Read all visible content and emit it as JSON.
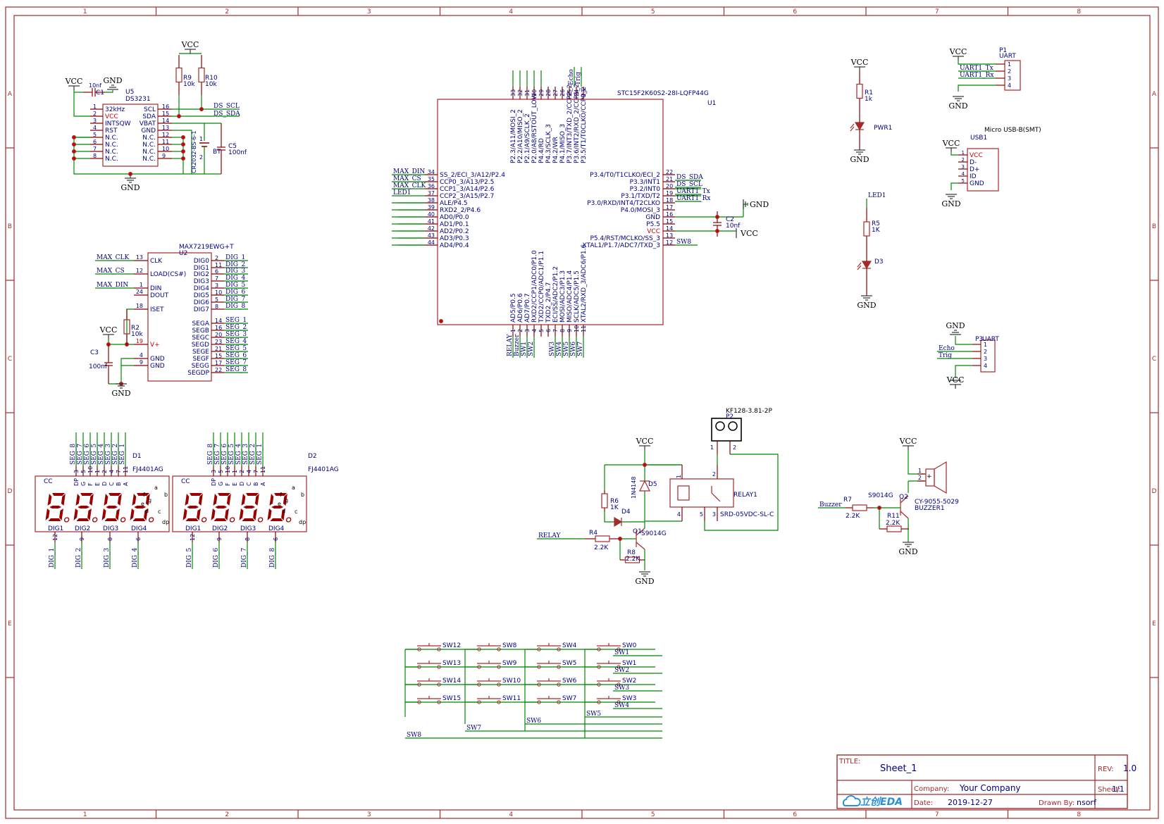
{
  "border": {
    "columns": [
      "1",
      "2",
      "3",
      "4",
      "5",
      "6",
      "7",
      "8"
    ],
    "rows": [
      "A",
      "B",
      "C",
      "D",
      "E"
    ]
  },
  "title_block": {
    "title_label": "TITLE:",
    "title": "Sheet_1",
    "rev_label": "REV:",
    "rev": "1.0",
    "company_label": "Company:",
    "company": "Your Company",
    "sheet_label": "Sheet:",
    "sheet": "1/1",
    "date_label": "Date:",
    "date": "2019-12-27",
    "drawn_label": "Drawn By:",
    "drawn_by": "nsorf",
    "logo_text": "立创EDA"
  },
  "rtc": {
    "ref": "U5",
    "part": "DS3231",
    "c1": "C1",
    "c1_val": "10nf",
    "r9": "R9",
    "r9_val": "10k",
    "r10": "R10",
    "r10_val": "10k",
    "c5": "C5",
    "c5_val": "100nf",
    "bt": "BT",
    "bt_part": "CR2032-BS-6-1",
    "pins_left": [
      "32kHz",
      "VCC",
      "INTSQW",
      "RST",
      "N.C.",
      "N.C.",
      "N.C.",
      "N.C."
    ],
    "nums_left": [
      "1",
      "2",
      "3",
      "4",
      "5",
      "6",
      "7",
      "8"
    ],
    "pins_right": [
      "SCL",
      "SDA",
      "VBAT",
      "GND",
      "N.C.",
      "N.C.",
      "N.C.",
      "N.C."
    ],
    "nums_right": [
      "16",
      "15",
      "14",
      "13",
      "12",
      "11",
      "10",
      "9"
    ],
    "net_scl": "DS_SCL",
    "net_sda": "DS_SDA"
  },
  "mcu": {
    "ref": "U1",
    "part": "STC15F2K60S2-28I-LQFP44G",
    "left_pins": [
      "SS_2/ECI_3/A12/P2.4",
      "CCP0_3/A13/P2.5",
      "CCP1_3/A14/P2.6",
      "CCP2_3/A15/P2.7",
      "ALE/P4.5",
      "RXD2_2/P4.6",
      "AD0/P0.0",
      "AD1/P0.1",
      "AD2/P0.2",
      "AD3/P0.3",
      "AD4/P0.4"
    ],
    "left_nums": [
      "34",
      "35",
      "36",
      "37",
      "38",
      "39",
      "40",
      "41",
      "42",
      "43",
      "44"
    ],
    "left_nets": [
      "MAX_DIN",
      "MAX_CS",
      "MAX_CLK",
      "LED1"
    ],
    "right_pins": [
      "P3.4/T0/T1CLKO/ECI_2",
      "P3.3/INT1",
      "P3.2/INT0",
      "P3.1/TXD/T2",
      "P3.0/RXD/INT4/T2CLKO",
      "P4.0/MOSI_3",
      "GND",
      "P5.5",
      "VCC",
      "P5.4/RST/MCLKO/SS_3",
      "XTAL1/P1.7/ADC7/TXD_3"
    ],
    "right_nums": [
      "22",
      "21",
      "20",
      "19",
      "18",
      "17",
      "16",
      "15",
      "14",
      "13",
      "12"
    ],
    "right_nets": [
      "DS_SDA",
      "DS_SCL",
      "UART1_Tx",
      "UART1_Rx",
      "SW8"
    ],
    "top_pins": [
      "P2.3/A11/MOSI_2",
      "P2.2/A10/MISO_2",
      "P2.1/A9/SCLK_2",
      "P2.0/A8/RSTOUT_LOW",
      "P4.4/RD",
      "P4.3/SCLK_3",
      "P4.2/WR",
      "P4.1/MISO_3",
      "P3.7/INT3/TXD_2/CCP2_2",
      "P3.6/INT2/RXD_2/CCP1_2",
      "P3.5/T1/T0CLKO/CCP0_2"
    ],
    "top_nums": [
      "33",
      "32",
      "31",
      "30",
      "29",
      "28",
      "27",
      "26",
      "25",
      "24",
      "23"
    ],
    "top_nets": [
      "Echo",
      "Trig"
    ],
    "bottom_pins": [
      "AD5/P0.5",
      "AD6/P0.6",
      "AD7/P0.7",
      "RXD2/CCP1/ADC0/P1.0",
      "TXD2/CCP0/ADC1/P1.1",
      "TXD2_2/P4.7",
      "ECI/SS/ADC2/P1.2",
      "MOSI/ADC3/P1.3",
      "MISO/ADC4/P1.4",
      "SCLK/ADC5/P1.5",
      "XTAL2/RXD_3/ADC6/P1.6"
    ],
    "bottom_nums": [
      "1",
      "2",
      "3",
      "4",
      "5",
      "6",
      "7",
      "8",
      "9",
      "10",
      "11"
    ],
    "bottom_nets": [
      "RELAY",
      "Buzzer",
      "SW1",
      "SW2",
      "",
      "",
      "SW3",
      "SW4",
      "SW5",
      "SW6",
      "SW7"
    ],
    "c2": "C2",
    "c2_val": "10nf"
  },
  "max7219": {
    "ref": "U2",
    "part": "MAX7219EWG+T",
    "left_pins": [
      "CLK",
      "LOAD(CS#)",
      "DIN",
      "DOUT",
      "ISET",
      "V+",
      "GND",
      "GND"
    ],
    "left_nums": [
      "13",
      "12",
      "1",
      "24",
      "18",
      "19",
      "4",
      "9"
    ],
    "left_nets": [
      "MAX_CLK",
      "MAX_CS",
      "MAX_DIN"
    ],
    "right_pins": [
      "DIG0",
      "DIG1",
      "DIG2",
      "DIG3",
      "DIG4",
      "DIG5",
      "DIG6",
      "DIG7",
      "SEGA",
      "SEGB",
      "SEGC",
      "SEGD",
      "SEGE",
      "SEGF",
      "SEGG",
      "SEGDP"
    ],
    "right_nums": [
      "2",
      "11",
      "6",
      "7",
      "3",
      "10",
      "5",
      "8",
      "14",
      "16",
      "20",
      "23",
      "21",
      "15",
      "17",
      "22"
    ],
    "right_nets": [
      "DIG_1",
      "DIG_2",
      "DIG_3",
      "DIG_4",
      "DIG_5",
      "DIG_6",
      "DIG_7",
      "DIG_8",
      "SEG_1",
      "SEG_2",
      "SEG_3",
      "SEG_4",
      "SEG_5",
      "SEG_6",
      "SEG_7",
      "SEG_8"
    ],
    "r2": "R2",
    "r2_val": "10k",
    "c3": "C3",
    "c3_val": "100nf"
  },
  "displays": [
    {
      "ref": "D1",
      "part": "FJ4401AG",
      "cc": "CC",
      "top_nets": [
        "SEG_8",
        "SEG_7",
        "SEG_6",
        "SEG_5",
        "SEG_4",
        "SEG_3",
        "SEG_2",
        "SEG_1"
      ],
      "top_nums": [
        "3",
        "5",
        "10",
        "1",
        "2",
        "4",
        "7",
        "11"
      ],
      "top_letters": [
        "DP",
        "G",
        "F",
        "E",
        "D",
        "C",
        "B",
        "A"
      ],
      "digit_labels": [
        "DIG1",
        "DIG2",
        "DIG3",
        "DIG4"
      ],
      "bottom_nums": [
        "12",
        "9",
        "8",
        "6"
      ],
      "bottom_nets": [
        "DIG_1",
        "DIG_2",
        "DIG_3",
        "DIG_4"
      ]
    },
    {
      "ref": "D2",
      "part": "FJ4401AG",
      "cc": "CC",
      "top_nets": [
        "SEG_8",
        "SEG_7",
        "SEG_6",
        "SEG_5",
        "SEG_4",
        "SEG_3",
        "SEG_2",
        "SEG_1"
      ],
      "top_nums": [
        "3",
        "5",
        "10",
        "1",
        "2",
        "4",
        "7",
        "11"
      ],
      "top_letters": [
        "DP",
        "G",
        "F",
        "E",
        "D",
        "C",
        "B",
        "A"
      ],
      "digit_labels": [
        "DIG1",
        "DIG2",
        "DIG3",
        "DIG4"
      ],
      "bottom_nums": [
        "12",
        "9",
        "8",
        "6"
      ],
      "bottom_nets": [
        "DIG_5",
        "DIG_6",
        "DIG_7",
        "DIG_8"
      ]
    }
  ],
  "seg_letters": [
    "a",
    "b",
    "c",
    "d",
    "e",
    "f",
    "g",
    "dp"
  ],
  "power": {
    "vcc": "VCC",
    "gnd": "GND"
  },
  "pwr_led": {
    "r1": "R1",
    "r1_val": "1k",
    "led": "PWR1"
  },
  "led1": {
    "net": "LED1",
    "r5": "R5",
    "r5_val": "1K",
    "led": "D3"
  },
  "uart_p1": {
    "ref": "P1",
    "name": "UART",
    "nets": [
      "UART1_Tx",
      "UART1_Rx"
    ],
    "pins": [
      "1",
      "2",
      "3",
      "4"
    ]
  },
  "usb": {
    "title": "Micro USB-B(SMT)",
    "ref": "USB1",
    "pins": [
      "VCC",
      "D-",
      "D+",
      "ID",
      "GND"
    ],
    "nums": [
      "1",
      "2",
      "3",
      "4",
      "5"
    ]
  },
  "uart_p3": {
    "ref": "P3",
    "name": "UART",
    "nets": [
      "Echo",
      "Trig"
    ],
    "pins": [
      "1",
      "2",
      "3",
      "4"
    ]
  },
  "relay": {
    "terminal_part": "KF128-3.81-2P",
    "terminal_ref": "P2",
    "term_pins": [
      "1",
      "2"
    ],
    "diode": "D5",
    "diode_part": "1N4148",
    "r6": "R6",
    "r6_val": "1K",
    "led": "D4",
    "q1": "Q1",
    "q1_part": "S9014G",
    "r4": "R4",
    "r4_val": "2.2K",
    "r8": "R8",
    "r8_val": "2.2K",
    "net": "RELAY",
    "ref": "RELAY1",
    "part": "SRD-05VDC-SL-C",
    "pins": [
      "1",
      "2",
      "3",
      "4",
      "5"
    ]
  },
  "buzzer": {
    "net": "Buzzer",
    "r7": "R7",
    "r7_val": "2.2K",
    "q2": "Q2",
    "q2_part": "S9014G",
    "r11": "R11",
    "r11_val": "2.2K",
    "part": "CY-9055-5029",
    "ref": "BUZZER1",
    "pins": [
      "1",
      "2"
    ],
    "plus": "+"
  },
  "switches": {
    "grid": [
      [
        "SW12",
        "SW8",
        "SW4",
        "SW0"
      ],
      [
        "SW13",
        "SW9",
        "SW5",
        "SW1"
      ],
      [
        "SW14",
        "SW10",
        "SW6",
        "SW2"
      ],
      [
        "SW15",
        "SW11",
        "SW7",
        "SW3"
      ]
    ],
    "row_nets": [
      "SW1",
      "SW2",
      "SW3",
      "SW4"
    ],
    "col_nets": [
      "SW5",
      "SW6",
      "SW7",
      "SW8"
    ]
  },
  "colors": {
    "frame": "#a52a2a",
    "wire": "#008800",
    "pin": "#880000",
    "text": "#000080",
    "net": "#000080",
    "part": "#a52a2a",
    "red": "#cc0000"
  }
}
